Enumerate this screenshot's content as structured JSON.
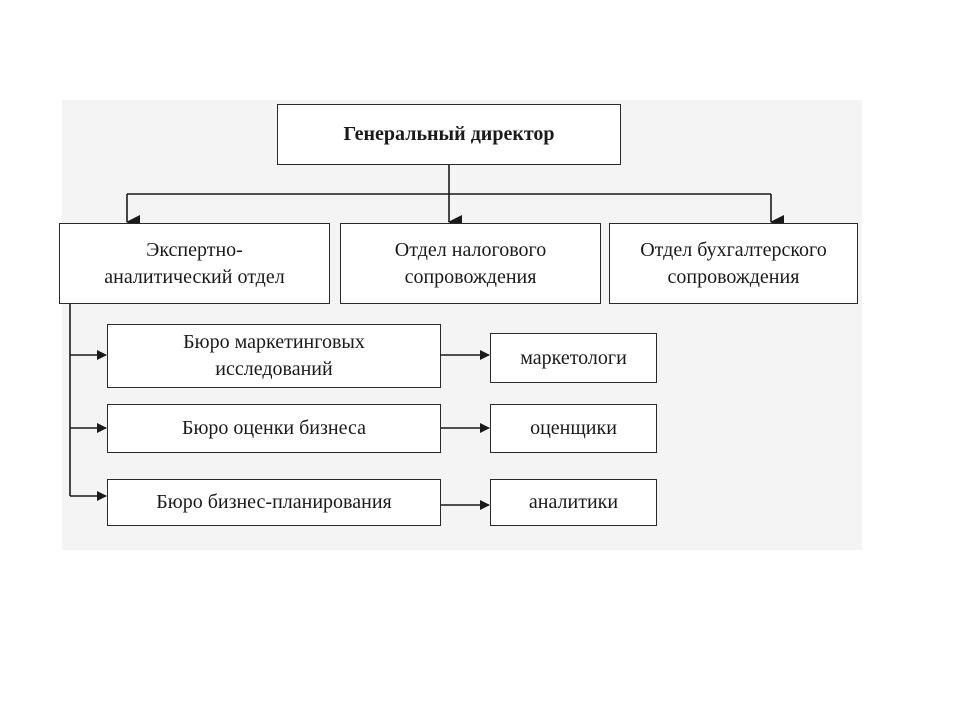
{
  "nodes": {
    "director": "Генеральный директор",
    "expert_dept": "Экспертно-\nаналитический отдел",
    "tax_dept": "Отдел налогового\nсопровождения",
    "accounting_dept": "Отдел бухгалтерского\nсопровождения",
    "bureau_marketing": "Бюро маркетинговых\nисследований",
    "bureau_valuation": "Бюро оценки бизнеса",
    "bureau_planning": "Бюро бизнес-планирования",
    "role_marketers": "маркетологи",
    "role_appraisers": "оценщики",
    "role_analysts": "аналитики"
  }
}
